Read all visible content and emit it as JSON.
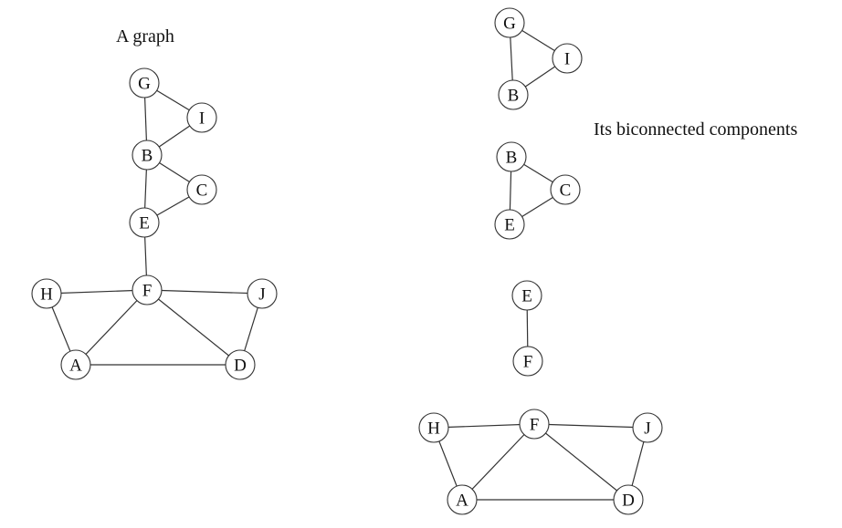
{
  "captions": {
    "graph": "A graph",
    "components": "Its biconnected components"
  },
  "graphs": [
    {
      "id": "original-graph",
      "nodes": [
        "G",
        "I",
        "B",
        "C",
        "E",
        "F",
        "H",
        "J",
        "A",
        "D"
      ],
      "edges": [
        [
          "G",
          "I"
        ],
        [
          "G",
          "B"
        ],
        [
          "B",
          "I"
        ],
        [
          "B",
          "C"
        ],
        [
          "B",
          "E"
        ],
        [
          "E",
          "C"
        ],
        [
          "E",
          "F"
        ],
        [
          "H",
          "F"
        ],
        [
          "F",
          "J"
        ],
        [
          "H",
          "A"
        ],
        [
          "A",
          "F"
        ],
        [
          "F",
          "D"
        ],
        [
          "J",
          "D"
        ],
        [
          "A",
          "D"
        ]
      ]
    },
    {
      "id": "component-gib",
      "nodes": [
        "G",
        "I",
        "B"
      ],
      "edges": [
        [
          "G",
          "I"
        ],
        [
          "G",
          "B"
        ],
        [
          "B",
          "I"
        ]
      ]
    },
    {
      "id": "component-bce",
      "nodes": [
        "B",
        "C",
        "E"
      ],
      "edges": [
        [
          "B",
          "C"
        ],
        [
          "B",
          "E"
        ],
        [
          "E",
          "C"
        ]
      ]
    },
    {
      "id": "component-ef",
      "nodes": [
        "E",
        "F"
      ],
      "edges": [
        [
          "E",
          "F"
        ]
      ]
    },
    {
      "id": "component-hfjad",
      "nodes": [
        "H",
        "F",
        "J",
        "A",
        "D"
      ],
      "edges": [
        [
          "H",
          "F"
        ],
        [
          "F",
          "J"
        ],
        [
          "H",
          "A"
        ],
        [
          "A",
          "F"
        ],
        [
          "F",
          "D"
        ],
        [
          "J",
          "D"
        ],
        [
          "A",
          "D"
        ]
      ]
    }
  ]
}
